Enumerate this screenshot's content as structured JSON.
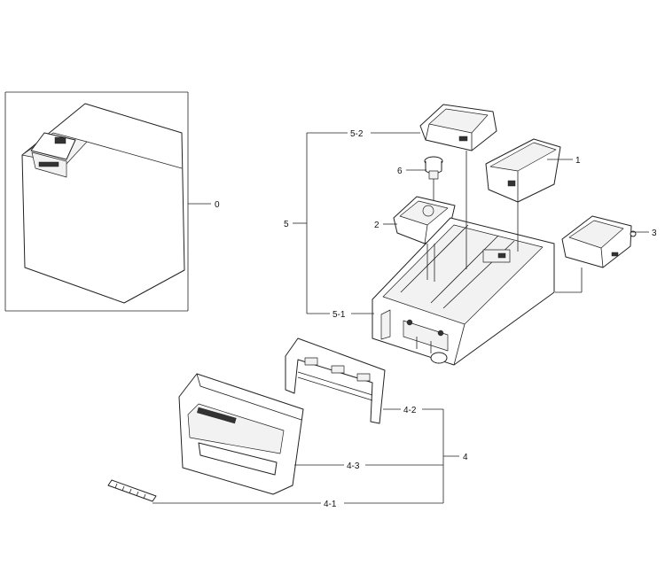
{
  "labels": {
    "p0": "0",
    "p1": "1",
    "p2": "2",
    "p3": "3",
    "p4": "4",
    "p4_1": "4-1",
    "p4_2": "4-2",
    "p4_3": "4-3",
    "p5": "5",
    "p5_1": "5-1",
    "p5_2": "5-2",
    "p6": "6"
  }
}
